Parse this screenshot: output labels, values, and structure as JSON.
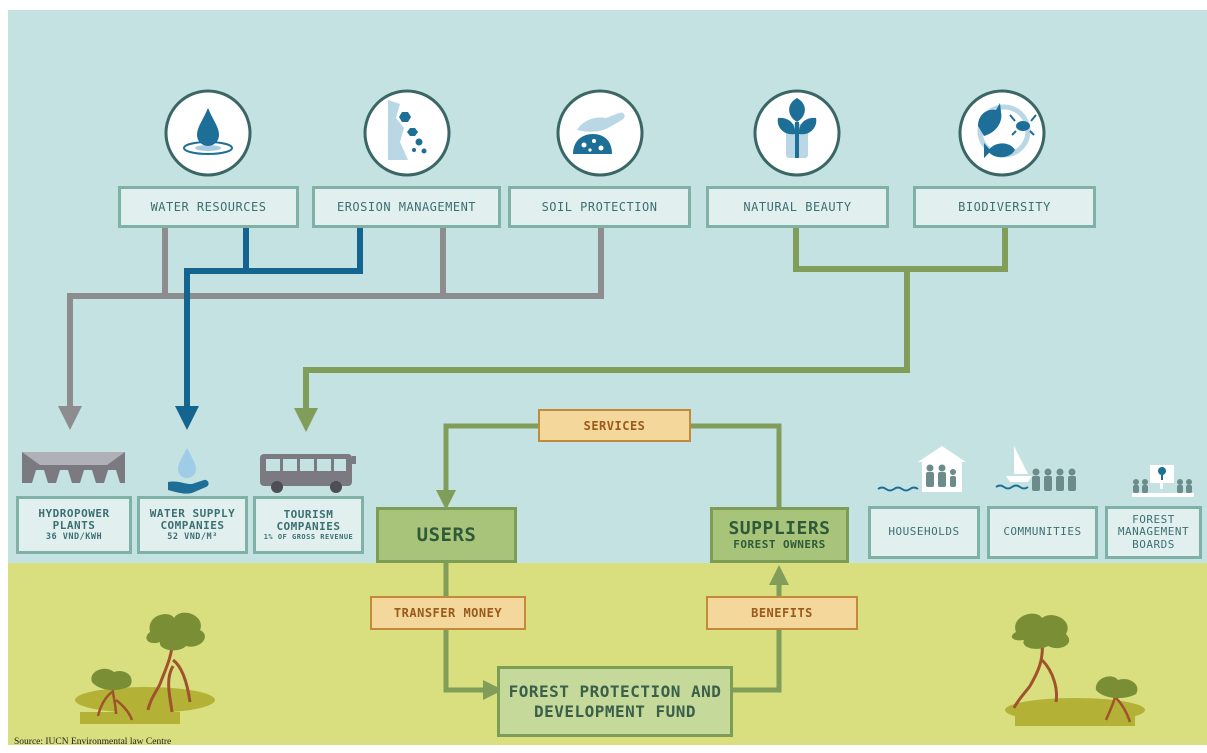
{
  "colors": {
    "sky": "#c4e2e2",
    "ground": "#d9df7e",
    "service_line": "#8d8d90",
    "water_line": "#13658f",
    "green_line": "#809d5a",
    "icon_blue": "#1d6f97",
    "box_border": "#7fb1a6",
    "orange": "#c4893a"
  },
  "services": [
    {
      "label": "WATER RESOURCES",
      "icon": "water-drop-icon"
    },
    {
      "label": "EROSION MANAGEMENT",
      "icon": "erosion-icon"
    },
    {
      "label": "SOIL PROTECTION",
      "icon": "soil-hand-icon"
    },
    {
      "label": "NATURAL BEAUTY",
      "icon": "plant-icon"
    },
    {
      "label": "BIODIVERSITY",
      "icon": "animals-icon"
    }
  ],
  "beneficiaries": [
    {
      "name_lines": [
        "HYDROPOWER",
        "PLANTS"
      ],
      "rate": "36 VND/kwh",
      "icon": "dam-icon"
    },
    {
      "name_lines": [
        "WATER SUPPLY",
        "COMPANIES"
      ],
      "rate": "52 VND/m³",
      "icon": "water-hand-icon"
    },
    {
      "name_lines": [
        "TOURISM",
        "COMPANIES"
      ],
      "rate": "1% OF GROSS REVENUE",
      "icon": "bus-icon"
    }
  ],
  "flow": {
    "services": "SERVICES",
    "users": "USERS",
    "suppliers": "SUPPLIERS",
    "suppliers_sub": "FOREST OWNERS",
    "transfer_money": "TRANSFER MONEY",
    "benefits": "BENEFITS",
    "fund_lines": [
      "FOREST PROTECTION AND",
      "DEVELOPMENT FUND"
    ]
  },
  "suppliers": [
    {
      "label_lines": [
        "HOUSEHOLDS"
      ],
      "icon": "house-family-icon"
    },
    {
      "label_lines": [
        "COMMUNITIES"
      ],
      "icon": "community-boat-icon"
    },
    {
      "label_lines": [
        "FOREST",
        "MANAGEMENT",
        "BOARDS"
      ],
      "icon": "board-meeting-icon"
    }
  ],
  "source": "Source: IUCN Environmental law Centre"
}
